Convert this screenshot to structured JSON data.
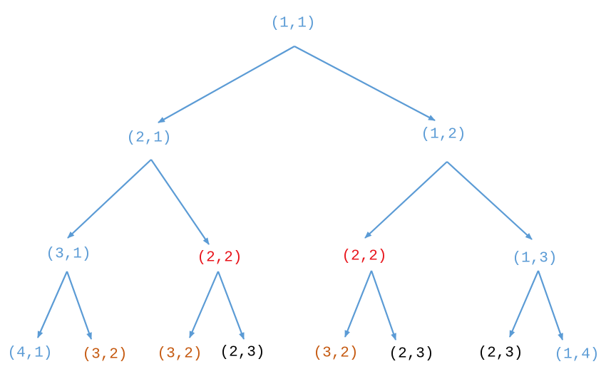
{
  "colors": {
    "edge": "#5b9bd5",
    "blue_node": "#5b9bd5",
    "red_node": "#e8141b",
    "orange_node": "#c55a11",
    "black_node": "#000000"
  },
  "nodes": [
    {
      "label": "(1,1)",
      "color": "blue_node"
    },
    {
      "label": "(2,1)",
      "color": "blue_node"
    },
    {
      "label": "(1,2)",
      "color": "blue_node"
    },
    {
      "label": "(3,1)",
      "color": "blue_node"
    },
    {
      "label": "(2,2)",
      "color": "red_node"
    },
    {
      "label": "(2,2)",
      "color": "red_node"
    },
    {
      "label": "(1,3)",
      "color": "blue_node"
    },
    {
      "label": "(4,1)",
      "color": "blue_node"
    },
    {
      "label": "(3,2)",
      "color": "orange_node"
    },
    {
      "label": "(3,2)",
      "color": "orange_node"
    },
    {
      "label": "(2,3)",
      "color": "black_node"
    },
    {
      "label": "(3,2)",
      "color": "orange_node"
    },
    {
      "label": "(2,3)",
      "color": "black_node"
    },
    {
      "label": "(2,3)",
      "color": "black_node"
    },
    {
      "label": "(1,4)",
      "color": "blue_node"
    }
  ]
}
